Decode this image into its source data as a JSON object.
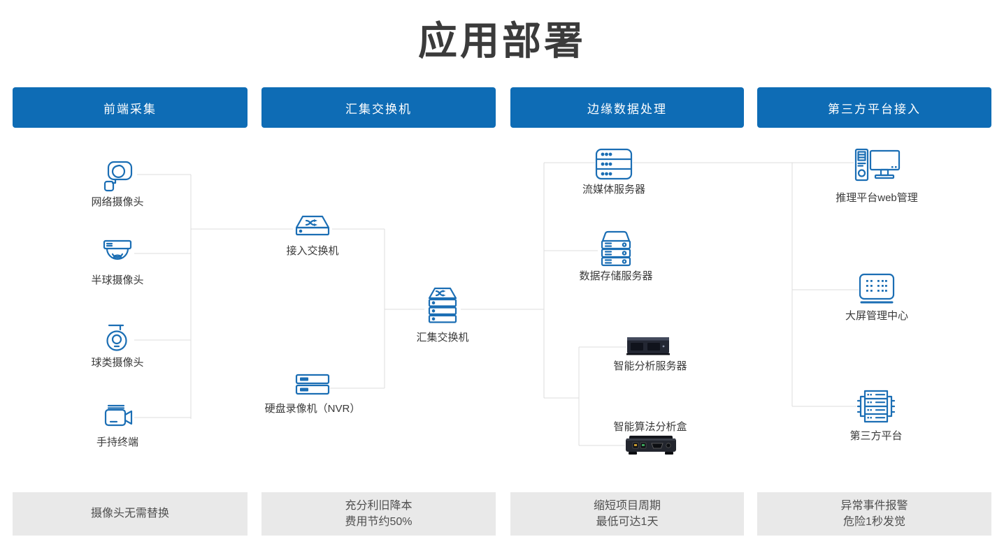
{
  "title": "应用部署",
  "colors": {
    "header_bg": "#0e6cb5",
    "icon_blue": "#1b6eb4",
    "connector_line": "#dcdcdc",
    "footer_bg": "#e9e9e9",
    "title_text": "#3b3b3b"
  },
  "columns": [
    {
      "header": "前端采集",
      "footer_lines": [
        "摄像头无需替换"
      ]
    },
    {
      "header": "汇集交换机",
      "footer_lines": [
        "充分利旧降本",
        "费用节约50%"
      ]
    },
    {
      "header": "边缘数据处理",
      "footer_lines": [
        "缩短项目周期",
        "最低可达1天"
      ]
    },
    {
      "header": "第三方平台接入",
      "footer_lines": [
        "异常事件报警",
        "危险1秒发觉"
      ]
    }
  ],
  "nodes": {
    "network_camera": {
      "label": "网络摄像头",
      "icon": "bullet-camera-icon"
    },
    "dome_camera": {
      "label": "半球摄像头",
      "icon": "dome-camera-icon"
    },
    "ball_camera": {
      "label": "球类摄像头",
      "icon": "ptz-ball-camera-icon"
    },
    "handheld_terminal": {
      "label": "手持终端",
      "icon": "video-camera-icon"
    },
    "access_switch": {
      "label": "接入交换机",
      "icon": "network-switch-icon"
    },
    "nvr": {
      "label": "硬盘录像机（NVR）",
      "icon": "nvr-recorder-icon"
    },
    "aggregation_switch": {
      "label": "汇集交换机",
      "icon": "stacked-switch-icon"
    },
    "streaming_server": {
      "label": "流媒体服务器",
      "icon": "rack-server-icon"
    },
    "storage_server": {
      "label": "数据存储服务器",
      "icon": "storage-server-icon"
    },
    "analysis_server": {
      "label": "智能分析服务器",
      "icon": "dark-rack-server-image"
    },
    "analysis_box": {
      "label": "智能算法分析盒",
      "icon": "dark-analysis-box-image"
    },
    "web_management": {
      "label": "推理平台web管理",
      "icon": "desktop-computer-icon"
    },
    "big_screen": {
      "label": "大屏管理中心",
      "icon": "led-screen-icon"
    },
    "third_party": {
      "label": "第三方平台",
      "icon": "server-rack-icon"
    }
  }
}
